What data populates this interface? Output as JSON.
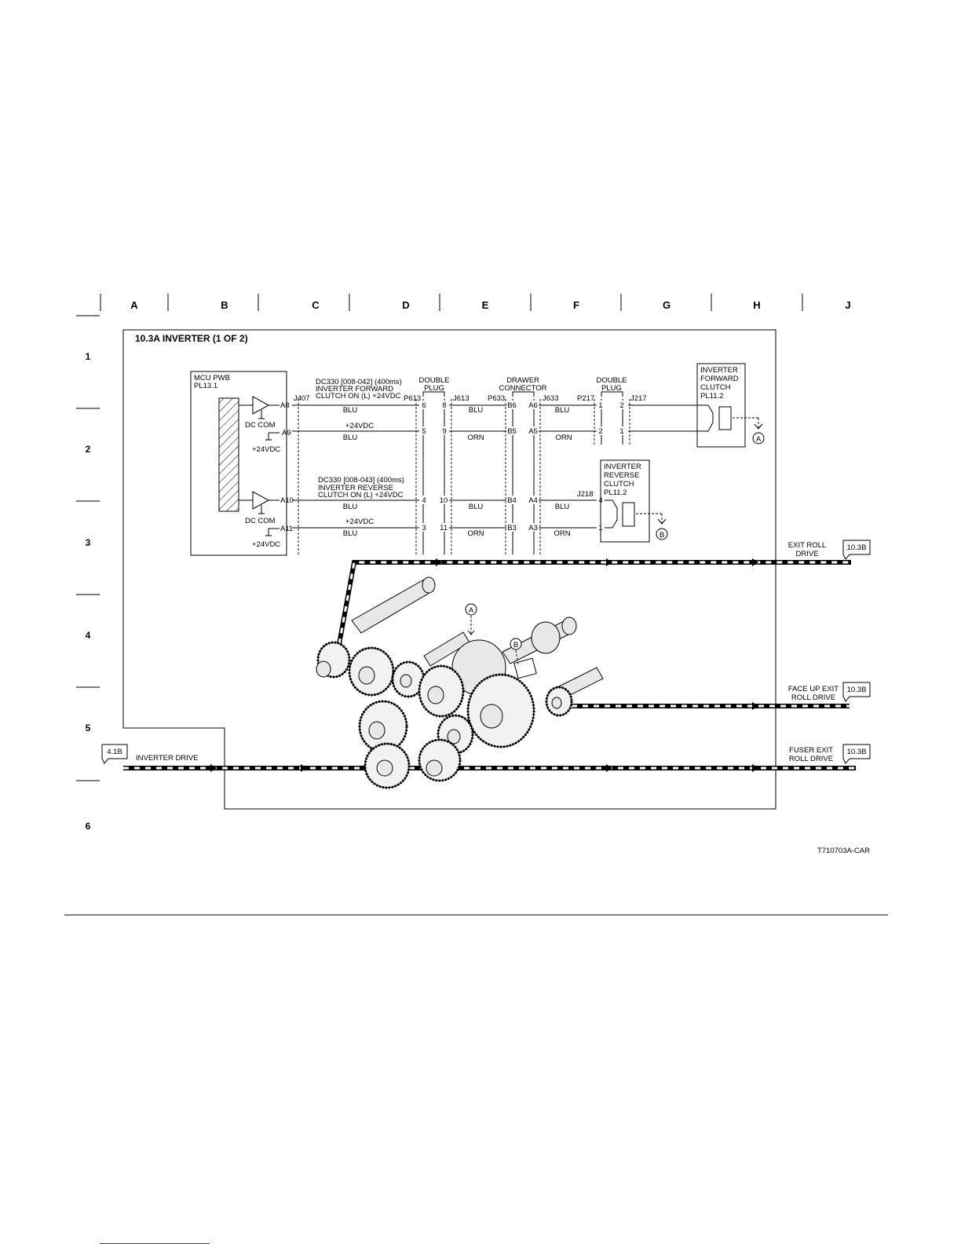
{
  "columns": [
    "A",
    "B",
    "C",
    "D",
    "E",
    "F",
    "G",
    "H",
    "J"
  ],
  "rows": [
    "1",
    "2",
    "3",
    "4",
    "5",
    "6"
  ],
  "title": "10.3A INVERTER (1 OF 2)",
  "mcu": {
    "name": "MCU PWB",
    "pl": "PL13.1"
  },
  "signals": {
    "fwd": {
      "line1": "DC330 [008-042] (400ms)",
      "line2": "INVERTER FORWARD",
      "line3": "CLUTCH ON (L) +24VDC"
    },
    "rev": {
      "line1": "DC330 [008-043] (400ms)",
      "line2": "INVERTER REVERSE",
      "line3": "CLUTCH ON (L) +24VDC"
    }
  },
  "pins": {
    "a8": "A8",
    "a9": "A9",
    "a10": "A10",
    "a11": "A11"
  },
  "dc_com": "DC COM",
  "v24": "+24VDC",
  "connectors": {
    "j407": "J407",
    "p613": "P613",
    "j613": "J613",
    "p633": "P633",
    "j633": "J633",
    "p217": "P217",
    "j217": "J217",
    "j218": "J218"
  },
  "headers": {
    "double_plug_1": "DOUBLE",
    "double_plug_2": "PLUG",
    "drawer_1": "DRAWER",
    "drawer_2": "CONNECTOR"
  },
  "wire_colors": {
    "blu": "BLU",
    "orn": "ORN"
  },
  "pin_numbers": {
    "r1": [
      "6",
      "8",
      "B6",
      "A6",
      "1",
      "2"
    ],
    "r2": [
      "5",
      "9",
      "B5",
      "A5",
      "2",
      "1"
    ],
    "r3": [
      "4",
      "10",
      "B4",
      "A4",
      "4"
    ],
    "r4": [
      "3",
      "11",
      "B3",
      "A3",
      "1"
    ]
  },
  "fwd_clutch": {
    "l1": "INVERTER",
    "l2": "FORWARD",
    "l3": "CLUTCH",
    "l4": "PL11.2"
  },
  "rev_clutch": {
    "l1": "INVERTER",
    "l2": "REVERSE",
    "l3": "CLUTCH",
    "l4": "PL11.2"
  },
  "markers": {
    "a": "A",
    "b": "B"
  },
  "drives": {
    "exit": {
      "l1": "EXIT ROLL",
      "l2": "DRIVE",
      "ref": "10.3B"
    },
    "face_up": {
      "l1": "FACE UP EXIT",
      "l2": "ROLL DRIVE",
      "ref": "10.3B"
    },
    "fuser": {
      "l1": "FUSER EXIT",
      "l2": "ROLL DRIVE",
      "ref": "10.3B"
    },
    "inverter": {
      "label": "INVERTER DRIVE",
      "ref": "4.1B"
    }
  },
  "figure_id": "T710703A-CAR"
}
